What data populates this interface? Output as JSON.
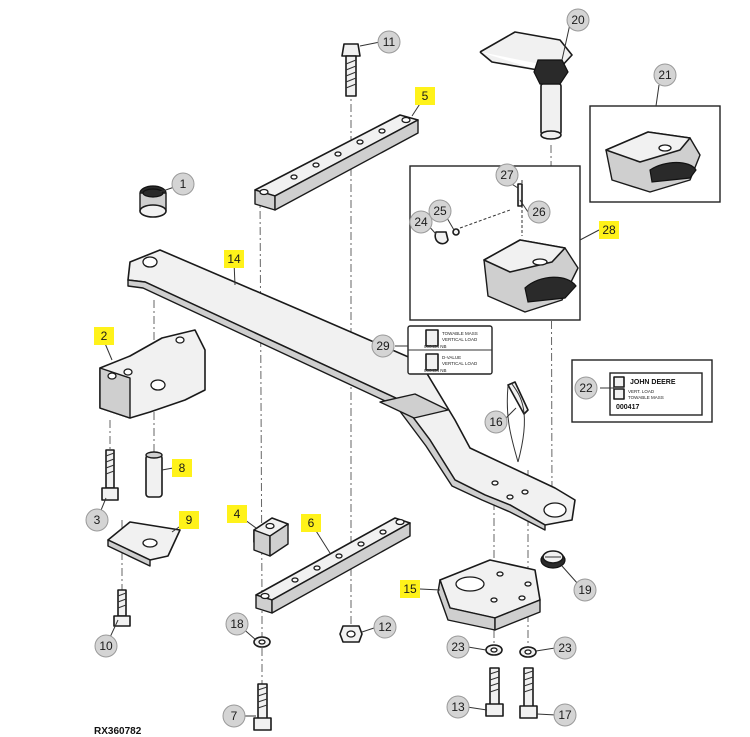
{
  "diagram": {
    "reference_code": "RX360782",
    "callouts": [
      {
        "id": "1",
        "text": "1",
        "highlighted": false
      },
      {
        "id": "2",
        "text": "2",
        "highlighted": true
      },
      {
        "id": "3",
        "text": "3",
        "highlighted": false
      },
      {
        "id": "4",
        "text": "4",
        "highlighted": true
      },
      {
        "id": "5",
        "text": "5",
        "highlighted": true
      },
      {
        "id": "6",
        "text": "6",
        "highlighted": true
      },
      {
        "id": "7",
        "text": "7",
        "highlighted": false
      },
      {
        "id": "8",
        "text": "8",
        "highlighted": true
      },
      {
        "id": "9",
        "text": "9",
        "highlighted": true
      },
      {
        "id": "10",
        "text": "10",
        "highlighted": false
      },
      {
        "id": "11",
        "text": "11",
        "highlighted": false
      },
      {
        "id": "12",
        "text": "12",
        "highlighted": false
      },
      {
        "id": "13",
        "text": "13",
        "highlighted": false
      },
      {
        "id": "14",
        "text": "14",
        "highlighted": true
      },
      {
        "id": "15",
        "text": "15",
        "highlighted": true
      },
      {
        "id": "16",
        "text": "16",
        "highlighted": false
      },
      {
        "id": "17",
        "text": "17",
        "highlighted": false
      },
      {
        "id": "18",
        "text": "18",
        "highlighted": false
      },
      {
        "id": "19",
        "text": "19",
        "highlighted": false
      },
      {
        "id": "20",
        "text": "20",
        "highlighted": false
      },
      {
        "id": "21",
        "text": "21",
        "highlighted": false
      },
      {
        "id": "22",
        "text": "22",
        "highlighted": false
      },
      {
        "id": "23a",
        "text": "23",
        "highlighted": false
      },
      {
        "id": "23b",
        "text": "23",
        "highlighted": false
      },
      {
        "id": "24",
        "text": "24",
        "highlighted": false
      },
      {
        "id": "25",
        "text": "25",
        "highlighted": false
      },
      {
        "id": "26",
        "text": "26",
        "highlighted": false
      },
      {
        "id": "27",
        "text": "27",
        "highlighted": false
      },
      {
        "id": "28",
        "text": "28",
        "highlighted": true
      },
      {
        "id": "29",
        "text": "29",
        "highlighted": false
      }
    ],
    "decal_29": {
      "line1": "TOWABLE MASS",
      "line2": "VERTICAL LOAD",
      "line3": "D-VALUE",
      "line4": "VERTICAL LOAD",
      "code1": "000434 NB",
      "code2": "000434 NB"
    },
    "decal_22": {
      "brand": "JOHN DEERE",
      "vert_load": "VERT. LOAD",
      "towable_mass": "TOWABLE MASS",
      "serial": "000417"
    },
    "colors": {
      "highlight": "#fff21a",
      "callout_fill": "#d4d4d4",
      "line": "#1a1a1a"
    }
  }
}
